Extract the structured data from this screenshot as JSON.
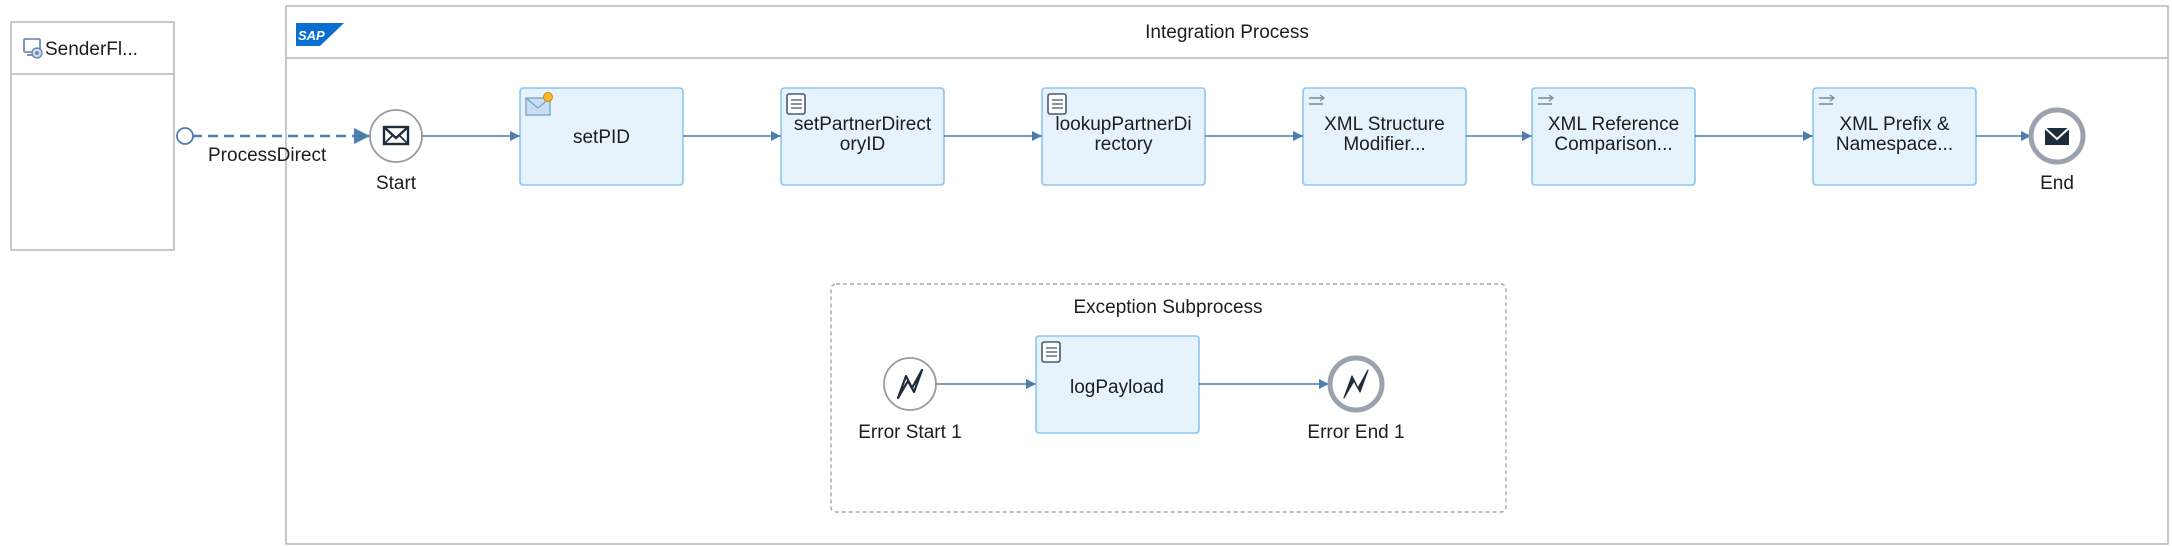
{
  "sender": {
    "label": "SenderFl..."
  },
  "connection": {
    "adapter_label": "ProcessDirect"
  },
  "integration_process": {
    "title": "Integration Process",
    "logo_text": "SAP"
  },
  "events": {
    "start": "Start",
    "end": "End"
  },
  "steps": [
    {
      "lines": [
        "setPID"
      ],
      "icon": "content-modifier-icon"
    },
    {
      "lines": [
        "setPartnerDirect",
        "oryID"
      ],
      "icon": "script-icon"
    },
    {
      "lines": [
        "lookupPartnerDi",
        "rectory"
      ],
      "icon": "script-icon"
    },
    {
      "lines": [
        "XML Structure",
        "Modifier..."
      ],
      "icon": "process-call-icon"
    },
    {
      "lines": [
        "XML Reference",
        "Comparison..."
      ],
      "icon": "process-call-icon"
    },
    {
      "lines": [
        "XML Prefix &",
        "Namespace..."
      ],
      "icon": "process-call-icon"
    }
  ],
  "exception_subprocess": {
    "title": "Exception Subprocess",
    "error_start": "Error Start 1",
    "step": {
      "lines": [
        "logPayload"
      ],
      "icon": "script-icon"
    },
    "error_end": "Error End 1"
  },
  "colors": {
    "step_fill": "#e6f2fc",
    "step_border": "#8ec5ee",
    "flow_line": "#4f7eae",
    "pool_border": "#b5b5b5",
    "event_border": "#9a9a9a",
    "end_border": "#9aa3ad",
    "sap_blue": "#0a6ed1"
  }
}
